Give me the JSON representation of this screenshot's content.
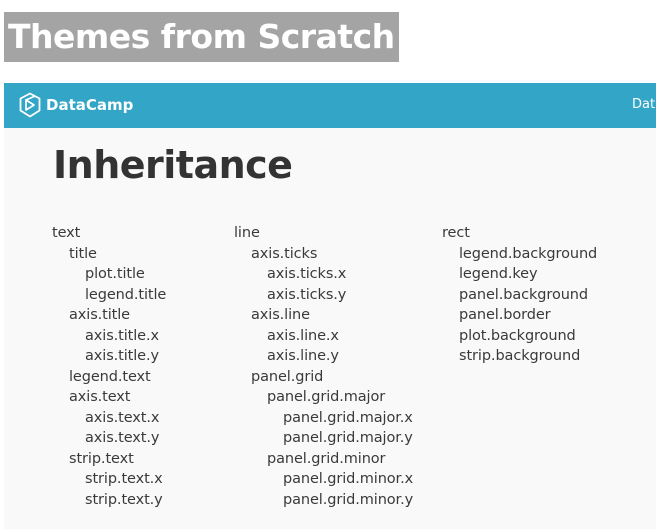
{
  "video_title": "Themes from Scratch",
  "header": {
    "brand": "DataCamp",
    "right_text": "Dat"
  },
  "slide": {
    "title": "Inheritance",
    "columns": [
      {
        "items": [
          {
            "label": "text",
            "level": 0
          },
          {
            "label": "title",
            "level": 1
          },
          {
            "label": "plot.title",
            "level": 2
          },
          {
            "label": "legend.title",
            "level": 2
          },
          {
            "label": "axis.title",
            "level": 1
          },
          {
            "label": "axis.title.x",
            "level": 2
          },
          {
            "label": "axis.title.y",
            "level": 2
          },
          {
            "label": "legend.text",
            "level": 1
          },
          {
            "label": "axis.text",
            "level": 1
          },
          {
            "label": "axis.text.x",
            "level": 2
          },
          {
            "label": "axis.text.y",
            "level": 2
          },
          {
            "label": "strip.text",
            "level": 1
          },
          {
            "label": "strip.text.x",
            "level": 2
          },
          {
            "label": "strip.text.y",
            "level": 2
          }
        ]
      },
      {
        "items": [
          {
            "label": "line",
            "level": 0
          },
          {
            "label": "axis.ticks",
            "level": 1
          },
          {
            "label": "axis.ticks.x",
            "level": 2
          },
          {
            "label": "axis.ticks.y",
            "level": 2
          },
          {
            "label": "axis.line",
            "level": 1
          },
          {
            "label": "axis.line.x",
            "level": 2
          },
          {
            "label": "axis.line.y",
            "level": 2
          },
          {
            "label": "panel.grid",
            "level": 1
          },
          {
            "label": "panel.grid.major",
            "level": 2
          },
          {
            "label": "panel.grid.major.x",
            "level": 3
          },
          {
            "label": "panel.grid.major.y",
            "level": 3
          },
          {
            "label": "panel.grid.minor",
            "level": 2
          },
          {
            "label": "panel.grid.minor.x",
            "level": 3
          },
          {
            "label": "panel.grid.minor.y",
            "level": 3
          }
        ]
      },
      {
        "items": [
          {
            "label": "rect",
            "level": 0
          },
          {
            "label": "legend.background",
            "level": 1
          },
          {
            "label": "legend.key",
            "level": 1
          },
          {
            "label": "panel.background",
            "level": 1
          },
          {
            "label": "panel.border",
            "level": 1
          },
          {
            "label": "plot.background",
            "level": 1
          },
          {
            "label": "strip.background",
            "level": 1
          }
        ]
      }
    ]
  },
  "colors": {
    "header_bar": "#33a5c7",
    "title_banner": "#a4a4a4",
    "heading_text": "#333333",
    "body_text": "#3a3a3a"
  },
  "icons": {
    "logo": "datacamp-logo-icon"
  }
}
